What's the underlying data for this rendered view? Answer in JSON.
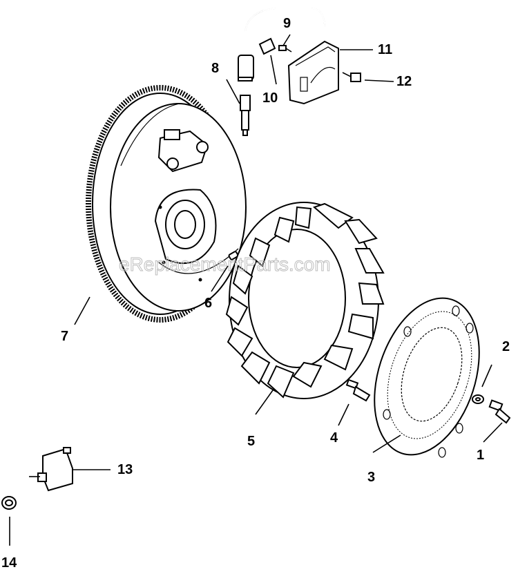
{
  "watermark": "eReplacementParts.com",
  "colors": {
    "ink": "#000000",
    "background": "#ffffff",
    "watermark": "#bdbdbd"
  },
  "callouts": {
    "c1": "1",
    "c2": "2",
    "c3": "3",
    "c4": "4",
    "c5": "5",
    "c6": "6",
    "c7": "7",
    "c8": "8",
    "c9": "9",
    "c10": "10",
    "c11": "11",
    "c12": "12",
    "c13": "13",
    "c14": "14"
  }
}
